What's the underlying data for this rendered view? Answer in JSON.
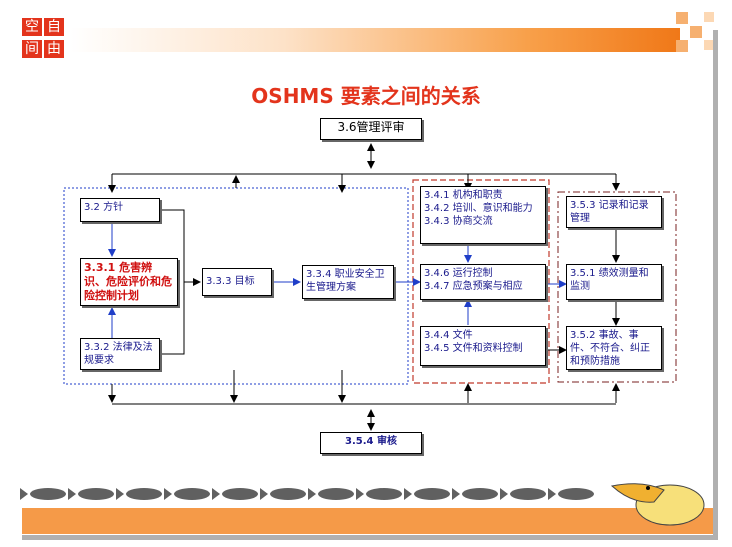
{
  "logo": {
    "c1": "空",
    "c2": "自",
    "c3": "间",
    "c4": "由"
  },
  "title": "OSHMS 要素之间的关系",
  "boxes": {
    "b36": "3.6管理评审",
    "b32": "3.2 方针",
    "b331": "3.3.1 危害辨识、危险评价和危险控制计划",
    "b333": "3.3.3 目标",
    "b334": "3.3.4 职业安全卫生管理方案",
    "b332": "3.3.2 法律及法规要求",
    "b341": "3.4.1 机构和职责",
    "b342": "3.4.2 培训、意识和能力",
    "b343": "3.4.3 协商交流",
    "b346": "3.4.6 运行控制",
    "b347": "3.4.7 应急预案与相应",
    "b344": "3.4.4 文件",
    "b345": "3.4.5 文件和资料控制",
    "b353": "3.5.3 记录和记录管理",
    "b351": "3.5.1 绩效测量和监测",
    "b352": "3.5.2 事故、事件、不符合、纠正和预防措施",
    "b354": "3.5.4 审核"
  },
  "colors": {
    "accent": "#e3341c",
    "orange": "#f08020",
    "blue": "#1f3ec8",
    "red_dash": "#c0392b",
    "dark_dash": "#7a2020"
  }
}
